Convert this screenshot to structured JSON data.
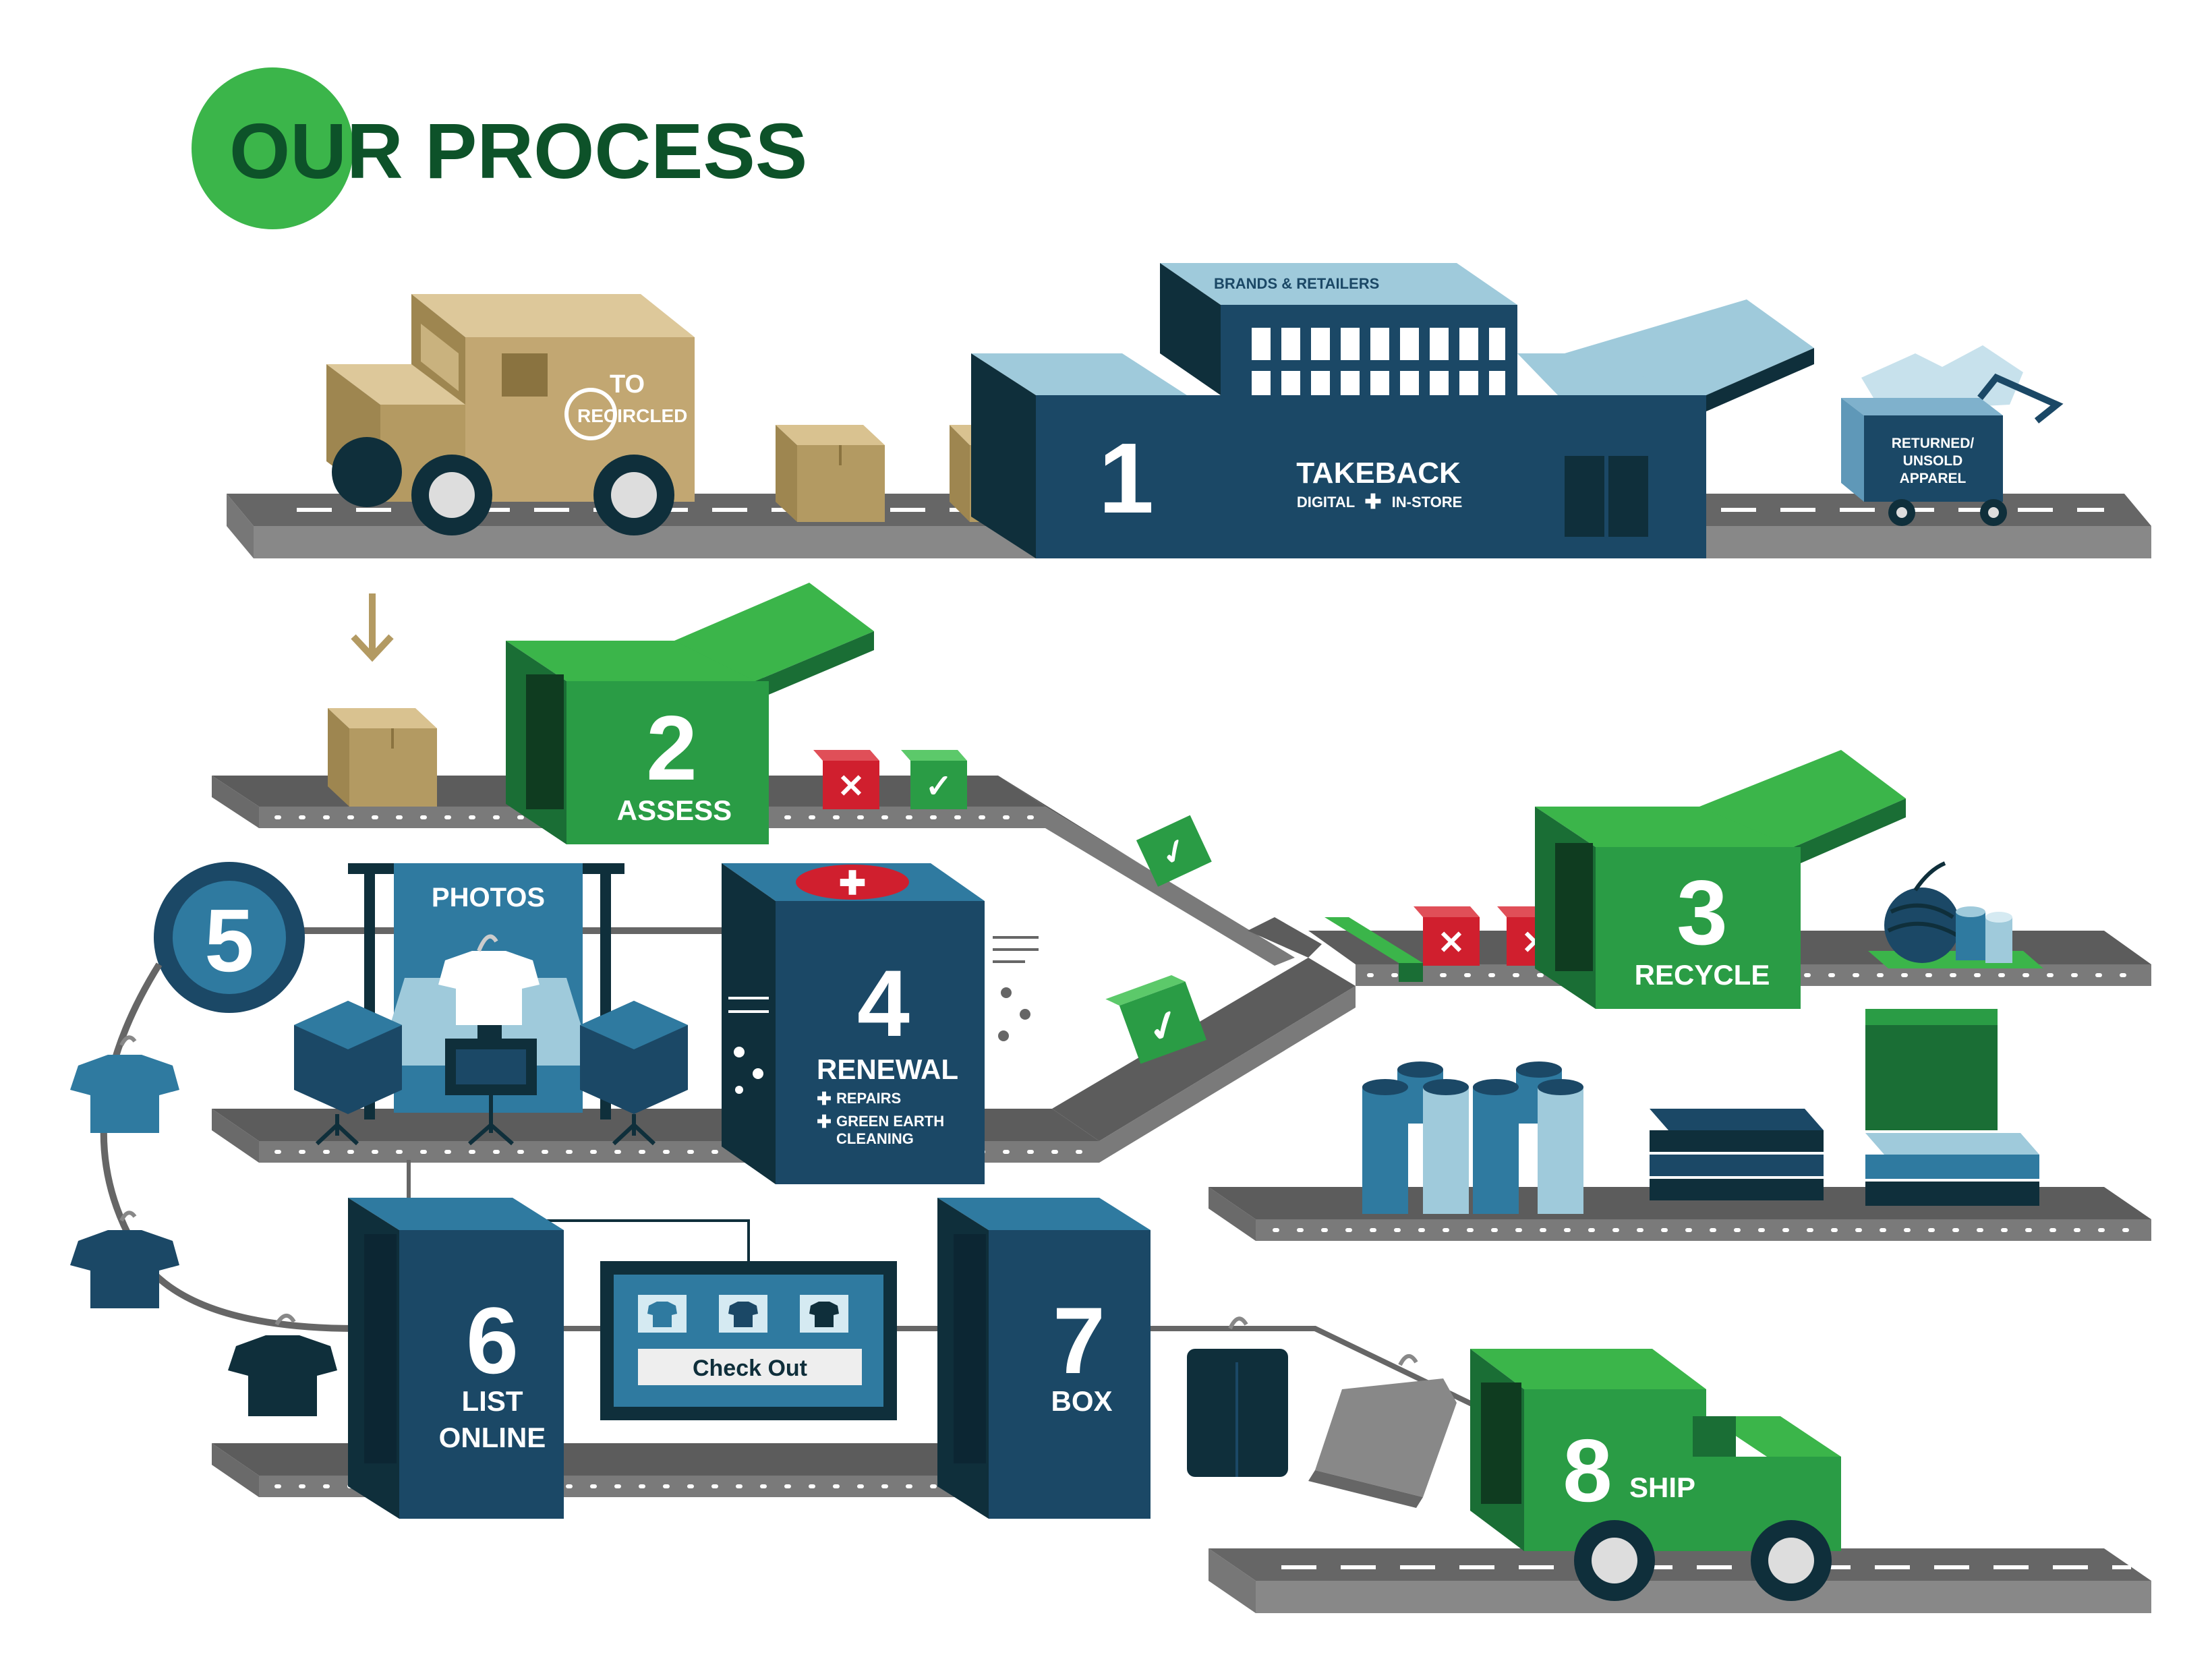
{
  "header": {
    "title": "OUR PROCESS"
  },
  "truck_top": {
    "label_to": "TO",
    "label_brand": "RECIRCLED"
  },
  "cart": {
    "label_1": "RETURNED/",
    "label_2": "UNSOLD",
    "label_3": "APPAREL"
  },
  "steps": {
    "takeback": {
      "number": "1",
      "roof_label": "BRANDS & RETAILERS",
      "label": "TAKEBACK",
      "sub_1": "DIGITAL",
      "sub_2": "IN-STORE"
    },
    "assess": {
      "number": "2",
      "label": "ASSESS"
    },
    "recycle": {
      "number": "3",
      "label": "RECYCLE"
    },
    "renewal": {
      "number": "4",
      "label": "RENEWAL",
      "item_1": "REPAIRS",
      "item_2a": "GREEN EARTH",
      "item_2b": "CLEANING"
    },
    "photos": {
      "number": "5",
      "label": "PHOTOS"
    },
    "list_online": {
      "number": "6",
      "label_1": "LIST",
      "label_2": "ONLINE"
    },
    "box": {
      "number": "7",
      "label": "BOX"
    },
    "ship": {
      "number": "8",
      "label": "SHIP"
    }
  },
  "screen": {
    "button_label": "Check Out"
  },
  "colors": {
    "dark_green": "#0d5229",
    "green": "#3bb54a",
    "navy": "#1b4866",
    "light_blue": "#9fcadb",
    "tan": "#c2a772",
    "red": "#d01f2e",
    "belt": "#5c5c5c"
  }
}
